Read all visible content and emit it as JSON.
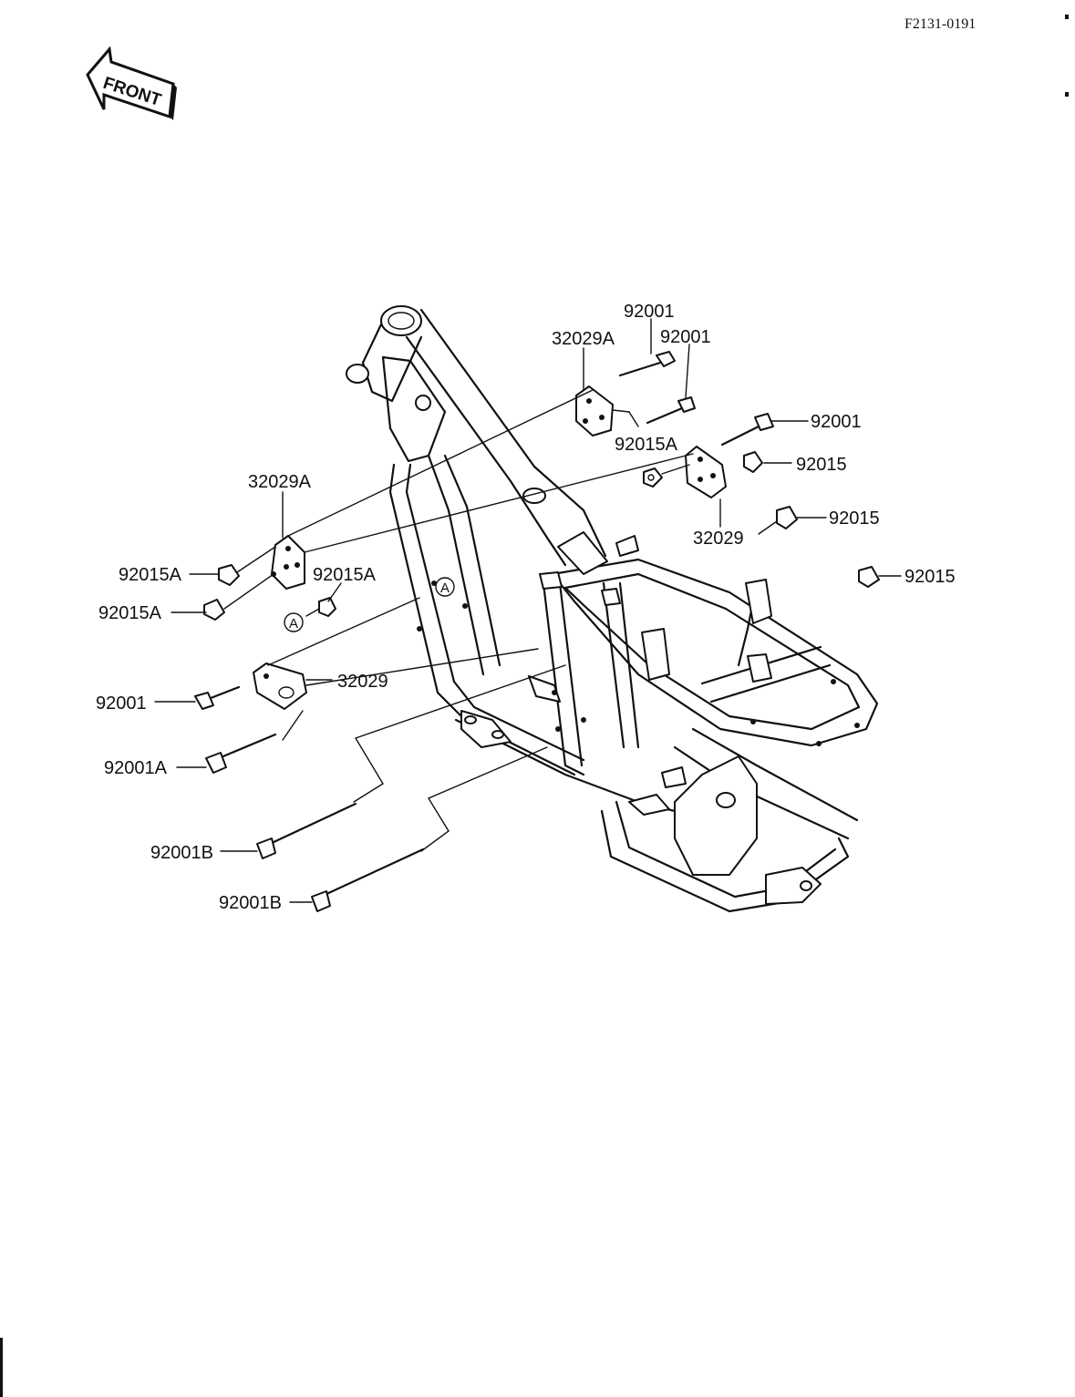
{
  "document": {
    "code": "F2131-0191",
    "front_badge": "FRONT"
  },
  "callouts": {
    "c1": "92001",
    "c2": "32029A",
    "c3": "92001",
    "c4": "92001",
    "c5": "92015A",
    "c6": "92015",
    "c7": "92015",
    "c8": "32029",
    "c9": "92015",
    "c10": "32029A",
    "c11": "92015A",
    "c12": "92015A",
    "c13": "92015A",
    "c14": "A",
    "c15": "A",
    "c16": "92001",
    "c17": "32029",
    "c18": "92001A",
    "c19": "92001B",
    "c20": "92001B"
  },
  "icons": {
    "front_arrow": "front-arrow-icon",
    "frame": "motorcycle-frame-diagram",
    "reference_marker": "circle-a-reference"
  }
}
